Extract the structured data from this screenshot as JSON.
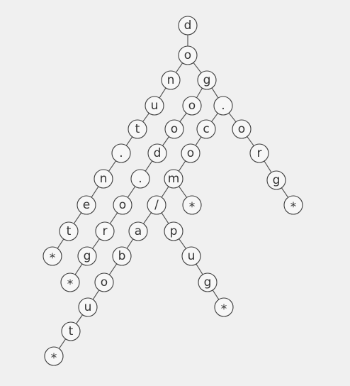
{
  "trie": {
    "nodes": [
      {
        "id": "n0",
        "label": "d"
      },
      {
        "id": "n1",
        "label": "o"
      },
      {
        "id": "n2",
        "label": "n"
      },
      {
        "id": "n3",
        "label": "g"
      },
      {
        "id": "n4",
        "label": "u"
      },
      {
        "id": "n5",
        "label": "o"
      },
      {
        "id": "n6",
        "label": "."
      },
      {
        "id": "n7",
        "label": "t"
      },
      {
        "id": "n8",
        "label": "o"
      },
      {
        "id": "n9",
        "label": "c"
      },
      {
        "id": "n10",
        "label": "o"
      },
      {
        "id": "n11",
        "label": "."
      },
      {
        "id": "n12",
        "label": "d"
      },
      {
        "id": "n13",
        "label": "o"
      },
      {
        "id": "n14",
        "label": "r"
      },
      {
        "id": "n15",
        "label": "n"
      },
      {
        "id": "n16",
        "label": "."
      },
      {
        "id": "n17",
        "label": "m"
      },
      {
        "id": "n18",
        "label": "g"
      },
      {
        "id": "n19",
        "label": "e"
      },
      {
        "id": "n20",
        "label": "o"
      },
      {
        "id": "n21",
        "label": "/"
      },
      {
        "id": "n22",
        "label": "*"
      },
      {
        "id": "n23",
        "label": "*"
      },
      {
        "id": "n24",
        "label": "t"
      },
      {
        "id": "n25",
        "label": "r"
      },
      {
        "id": "n26",
        "label": "a"
      },
      {
        "id": "n27",
        "label": "p"
      },
      {
        "id": "n28",
        "label": "*"
      },
      {
        "id": "n29",
        "label": "g"
      },
      {
        "id": "n30",
        "label": "b"
      },
      {
        "id": "n31",
        "label": "u"
      },
      {
        "id": "n32",
        "label": "*"
      },
      {
        "id": "n33",
        "label": "o"
      },
      {
        "id": "n34",
        "label": "g"
      },
      {
        "id": "n35",
        "label": "u"
      },
      {
        "id": "n36",
        "label": "*"
      },
      {
        "id": "n37",
        "label": "t"
      },
      {
        "id": "n38",
        "label": "*"
      }
    ],
    "edges": [
      [
        "n0",
        "n1"
      ],
      [
        "n1",
        "n2"
      ],
      [
        "n1",
        "n3"
      ],
      [
        "n2",
        "n4"
      ],
      [
        "n3",
        "n5"
      ],
      [
        "n3",
        "n6"
      ],
      [
        "n4",
        "n7"
      ],
      [
        "n5",
        "n8"
      ],
      [
        "n6",
        "n9"
      ],
      [
        "n6",
        "n10"
      ],
      [
        "n7",
        "n11"
      ],
      [
        "n8",
        "n12"
      ],
      [
        "n9",
        "n13"
      ],
      [
        "n10",
        "n14"
      ],
      [
        "n11",
        "n15"
      ],
      [
        "n12",
        "n16"
      ],
      [
        "n13",
        "n17"
      ],
      [
        "n14",
        "n18"
      ],
      [
        "n15",
        "n19"
      ],
      [
        "n16",
        "n20"
      ],
      [
        "n17",
        "n21"
      ],
      [
        "n17",
        "n22"
      ],
      [
        "n18",
        "n23"
      ],
      [
        "n19",
        "n24"
      ],
      [
        "n20",
        "n25"
      ],
      [
        "n21",
        "n26"
      ],
      [
        "n21",
        "n27"
      ],
      [
        "n24",
        "n28"
      ],
      [
        "n25",
        "n29"
      ],
      [
        "n26",
        "n30"
      ],
      [
        "n27",
        "n31"
      ],
      [
        "n29",
        "n32"
      ],
      [
        "n30",
        "n33"
      ],
      [
        "n31",
        "n34"
      ],
      [
        "n33",
        "n35"
      ],
      [
        "n34",
        "n36"
      ],
      [
        "n35",
        "n37"
      ],
      [
        "n37",
        "n38"
      ]
    ]
  },
  "colors": {
    "background": "#f0f0f0",
    "node_fill": "#f7f7f7",
    "node_stroke": "#3c3c3c",
    "edge": "#4a4a4a",
    "text": "#333333"
  }
}
